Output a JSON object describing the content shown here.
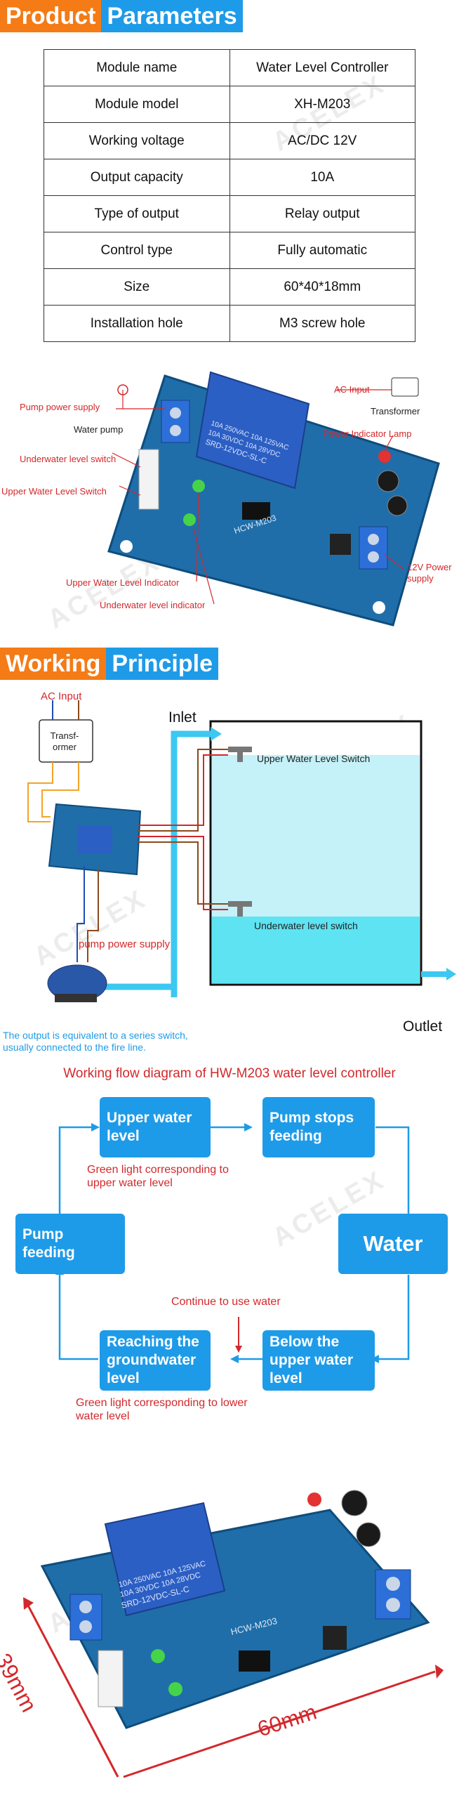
{
  "banners": {
    "params": {
      "word1": "Product",
      "word2": "Parameters"
    },
    "principle": {
      "word1": "Working",
      "word2": "Principle"
    }
  },
  "params_table": [
    {
      "label": "Module name",
      "value": "Water Level Controller"
    },
    {
      "label": "Module model",
      "value": "XH-M203"
    },
    {
      "label": "Working voltage",
      "value": "AC/DC 12V"
    },
    {
      "label": "Output capacity",
      "value": "10A"
    },
    {
      "label": "Type of output",
      "value": "Relay output"
    },
    {
      "label": "Control type",
      "value": "Fully automatic"
    },
    {
      "label": "Size",
      "value": "60*40*18mm"
    },
    {
      "label": "Installation hole",
      "value": "M3 screw hole"
    }
  ],
  "board_labels": {
    "pump_power_supply": "Pump power supply",
    "water_pump": "Water pump",
    "underwater_level_switch": "Underwater level switch",
    "upper_water_level_switch": "Upper Water Level Switch",
    "ac_input": "AC Input",
    "transformer": "Transformer",
    "power_indicator_lamp": "Power Indicator Lamp",
    "power_supply_12v": "12V Power supply",
    "upper_level_indicator": "Upper Water Level Indicator",
    "underwater_level_indicator": "Underwater level indicator"
  },
  "board_print": {
    "relay_line1": "10A 250VAC 10A 125VAC",
    "relay_line2": "10A 30VDC 10A 28VDC",
    "relay_model": "SRD-12VDC-SL-C",
    "board_model": "HCW-M203"
  },
  "principle": {
    "ac_input": "AC Input",
    "transformer": "Transf-ormer",
    "inlet": "Inlet",
    "upper_switch": "Upper Water Level Switch",
    "under_switch": "Underwater level switch",
    "pump_power_supply": "pump power supply",
    "outlet": "Outlet",
    "note_line1": "The output is equivalent to a series switch,",
    "note_line2": "usually connected to the fire line."
  },
  "flow": {
    "title": "Working flow diagram of HW-M203 water level controller",
    "upper_water_level": "Upper water level",
    "pump_stops_feeding": "Pump stops feeding",
    "water": "Water",
    "pump_feeding": "Pump feeding",
    "below_upper": "Below the upper water level",
    "reaching_ground": "Reaching the groundwater level",
    "note_green_upper": "Green light corresponding to upper water level",
    "note_continue": "Continue to use water",
    "note_green_lower": "Green light corresponding to lower water level"
  },
  "dimensions": {
    "width": "60mm",
    "height": "39mm"
  },
  "watermark": "ACELEX",
  "colors": {
    "orange": "#f47b16",
    "blue": "#1e9be8",
    "red": "#d3282b",
    "pcb": "#1e6fa8",
    "water": "#8ee3f0"
  }
}
